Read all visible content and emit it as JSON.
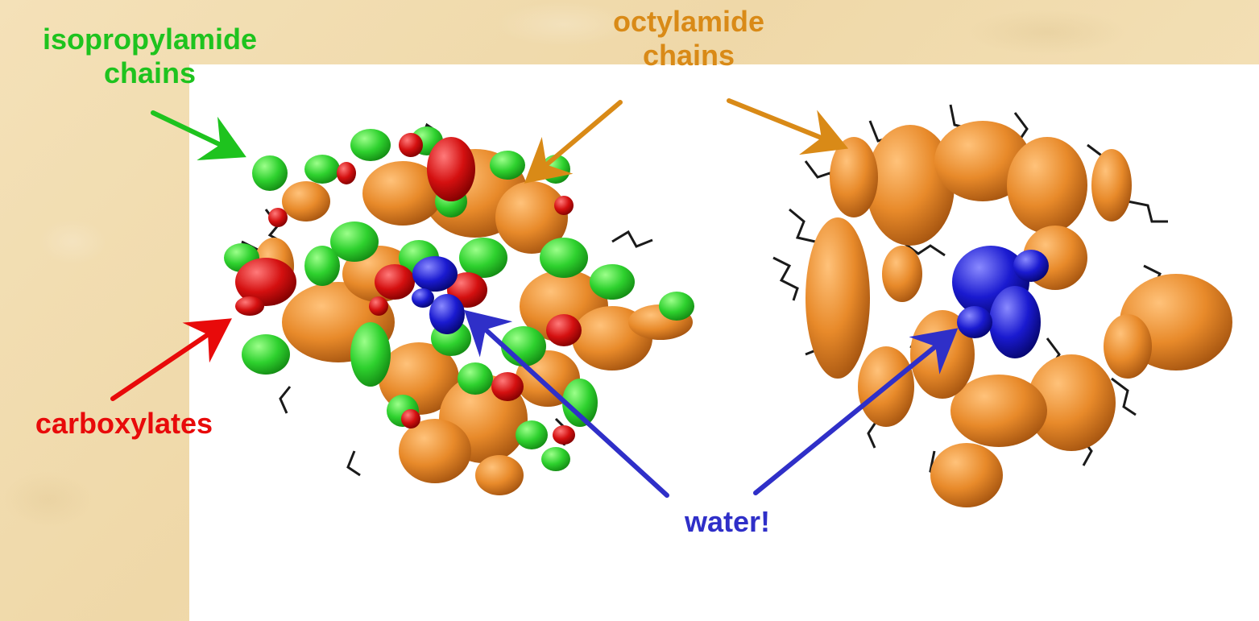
{
  "labels": {
    "isopropylamide": "isopropylamide chains",
    "isopropylamide_line1": "isopropylamide",
    "isopropylamide_line2": "chains",
    "octylamide_line1": "octylamide",
    "octylamide_line2": "chains",
    "carboxylates": "carboxylates",
    "water": "water!"
  },
  "colors": {
    "isopropylamide": "#1ec31e",
    "octylamide": "#d98a17",
    "carboxylates": "#e80a0a",
    "water": "#2f2fc8",
    "background": "#f1dcb0",
    "panel": "#ffffff"
  }
}
